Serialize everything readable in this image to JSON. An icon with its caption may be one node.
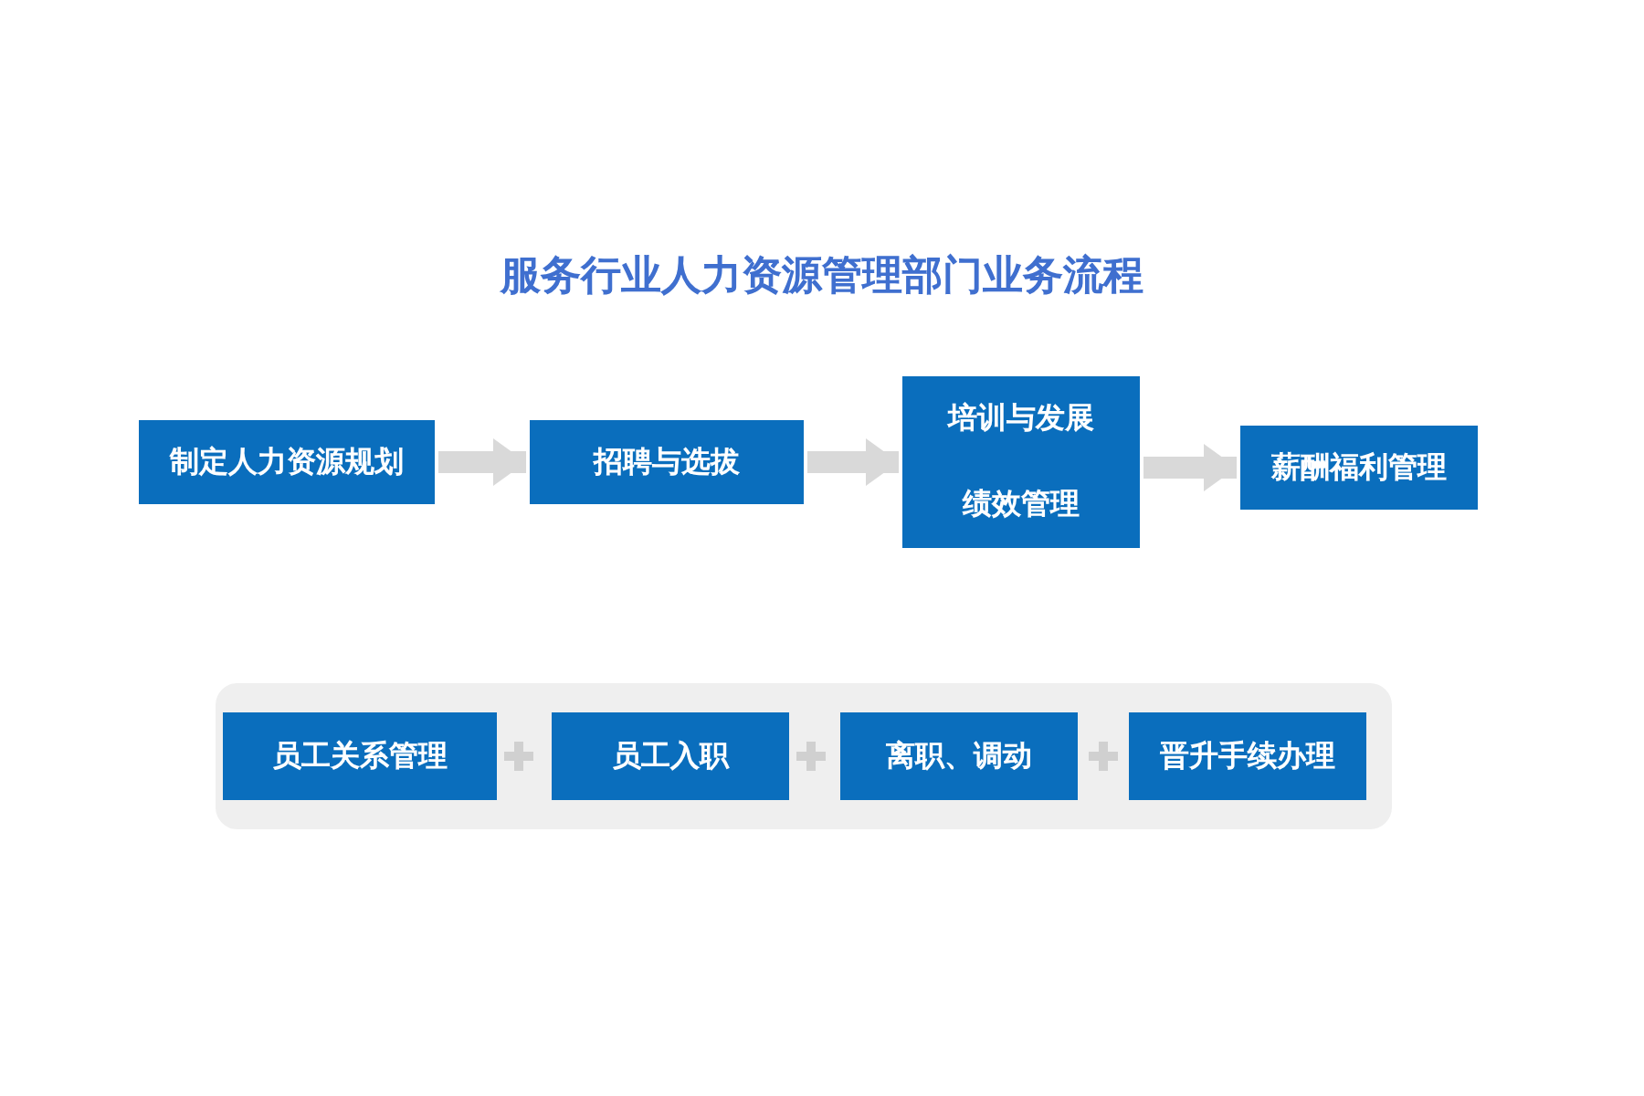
{
  "diagram": {
    "title": "服务行业人力资源管理部门业务流程",
    "nodes": [
      {
        "text": [
          "制定人力资源规划"
        ]
      },
      {
        "text": [
          "招聘与选拔"
        ]
      },
      {
        "text": [
          "培训与发展",
          "绩效管理"
        ]
      },
      {
        "text": [
          "薪酬福利管理"
        ]
      },
      {
        "text": [],
        "shape": "box"
      },
      {
        "text": [
          "员工关系管理"
        ],
        "in": 4
      },
      {
        "text": [
          "员工入职"
        ],
        "in": 4
      },
      {
        "text": [
          "离职、调动"
        ],
        "in": 4
      },
      {
        "text": [
          "晋升手续办理"
        ],
        "in": 4
      }
    ],
    "edges": [
      {
        "from": 0,
        "to": 1,
        "arrow": "to"
      },
      {
        "from": 1,
        "to": 2,
        "arrow": "to"
      },
      {
        "from": 2,
        "to": 3,
        "arrow": "to"
      }
    ]
  }
}
